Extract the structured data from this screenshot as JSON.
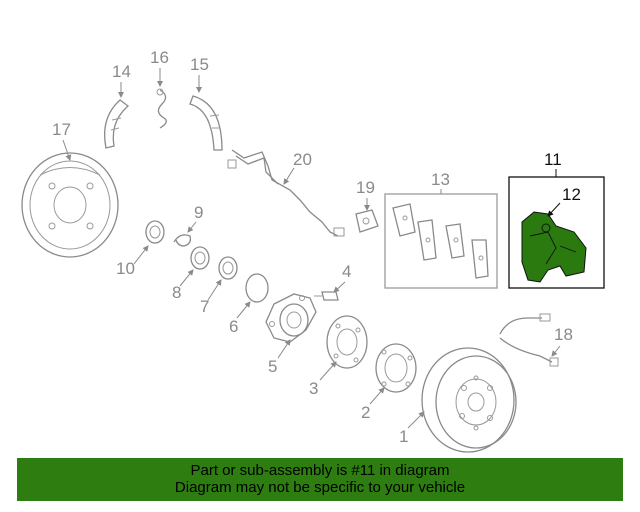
{
  "callouts": {
    "n1": "1",
    "n2": "2",
    "n3": "3",
    "n4": "4",
    "n5": "5",
    "n6": "6",
    "n7": "7",
    "n8": "8",
    "n9": "9",
    "n10": "10",
    "n11": "11",
    "n12": "12",
    "n13": "13",
    "n14": "14",
    "n15": "15",
    "n16": "16",
    "n17": "17",
    "n18": "18",
    "n19": "19",
    "n20": "20"
  },
  "colors": {
    "highlight": "#2e7d10",
    "line": "#8a8a8a"
  },
  "banner": {
    "line1": "Part or sub-assembly is #11 in diagram",
    "line2": "Diagram may not be specific to your vehicle"
  }
}
